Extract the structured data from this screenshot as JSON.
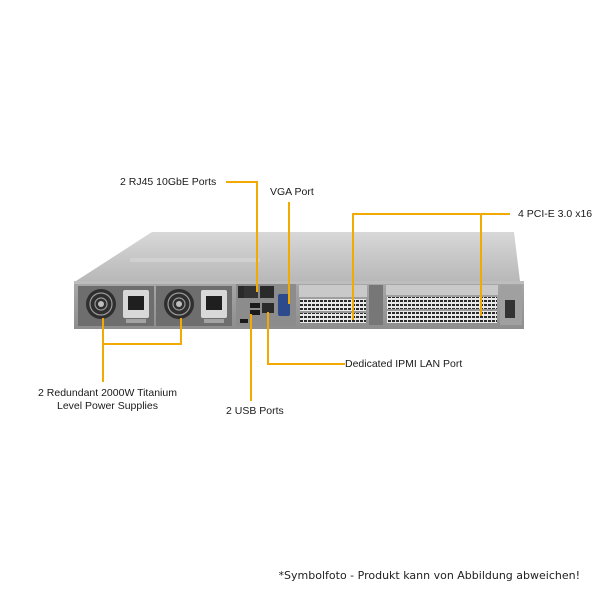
{
  "callouts": {
    "rj45": "2 RJ45 10GbE Ports",
    "vga": "VGA Port",
    "pcie": "4 PCI-E 3.0 x16",
    "ipmi": "Dedicated IPMI  LAN Port",
    "psu_line1": "2 Redundant  2000W Titanium",
    "psu_line2": "Level Power Supplies",
    "usb": "2 USB Ports"
  },
  "disclaimer": "*Symbolfoto - Produkt kann von Abbildung abweichen!",
  "colors": {
    "callout_line": "#f2a900",
    "chassis_top": "#c4c4c4",
    "chassis_panel": "#9a9a9a",
    "vent": "#2b2b2b"
  }
}
